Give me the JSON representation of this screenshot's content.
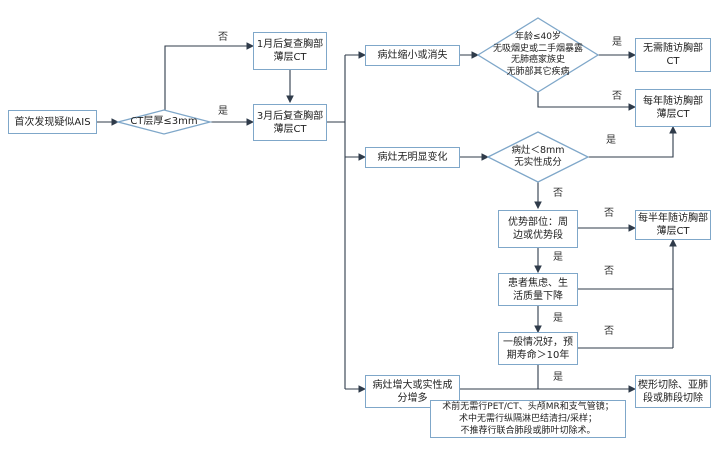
{
  "nodes": {
    "start": "首次发现疑似AIS",
    "ct_thickness": "CT层厚≤3mm",
    "recheck_1m": "1月后复查胸部\n薄层CT",
    "recheck_3m": "3月后复查胸部\n薄层CT",
    "shrink": "病灶缩小或消失",
    "no_change": "病灶无明显变化",
    "enlarge": "病灶增大或实性成\n分增多",
    "risk_check": "年龄≤40岁\n无吸烟史或二手烟暴露\n无肺癌家族史\n无肺部其它疾病",
    "no_followup": "无需随访胸部\nCT",
    "annual_followup": "每年随访胸部\n薄层CT",
    "size_check": "病灶＜8mm\n无实性成分",
    "location": "优势部位：周\n边或优势段",
    "semiannual_followup": "每半年随访胸部\n薄层CT",
    "anxiety": "患者焦虑、生\n活质量下降",
    "condition": "一般情况好，预\n期寿命＞10年",
    "surgery": "楔形切除、亚肺\n段或肺段切除",
    "note": "术前无需行PET/CT、头颅MR和支气管镜；\n术中无需行纵隔淋巴结清扫/采样；\n不推荐行联合肺段或肺叶切除术。"
  },
  "edge_labels": {
    "no_top": "否",
    "yes_ct": "是",
    "yes_risk": "是",
    "no_risk": "否",
    "yes_size": "是",
    "no_size": "否",
    "no_location": "否",
    "yes_location": "是",
    "no_anxiety": "否",
    "yes_anxiety": "是",
    "no_condition": "否",
    "yes_condition": "是"
  },
  "colors": {
    "border": "#7fa7c9",
    "line": "#2f3b4a",
    "text": "#222222"
  }
}
